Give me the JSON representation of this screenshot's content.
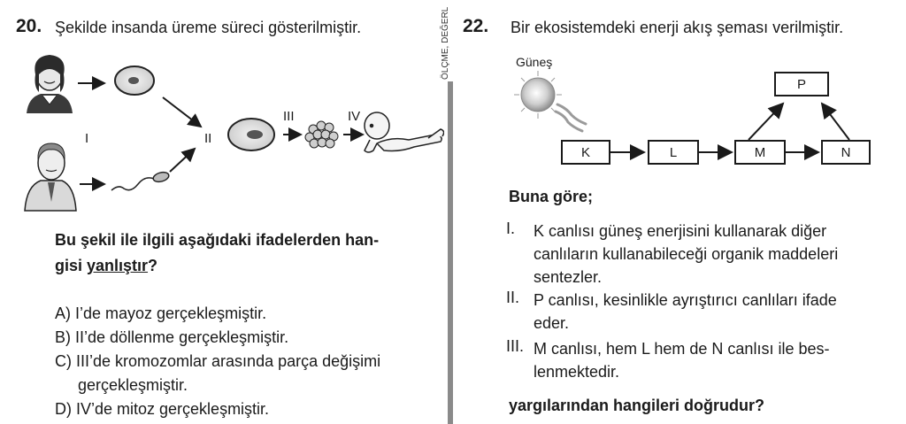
{
  "q20": {
    "number": "20.",
    "text": "Şekilde insanda üreme süreci gösterilmiştir.",
    "labels": {
      "i": "I",
      "ii": "II",
      "iii": "III",
      "iv": "IV"
    },
    "stem_line1": "Bu şekil ile ilgili aşağıdaki ifadelerden han-",
    "stem_line2_pre": "gisi ",
    "stem_line2_underlined": "yanlıştır",
    "stem_line2_post": "?",
    "options": [
      {
        "text": "A) I’de mayoz gerçekleşmiştir."
      },
      {
        "text": "B) II’de döllenme gerçekleşmiştir."
      },
      {
        "text": "C) III’de kromozomlar arasında parça değişimi"
      },
      {
        "text": "gerçekleşmiştir."
      },
      {
        "text": "D) IV’de mitoz gerçekleşmiştir."
      }
    ]
  },
  "side_label": "ÖLÇME, DEĞERL",
  "q22": {
    "number": "22.",
    "text": "Bir ekosistemdeki enerji akış şeması verilmiştir.",
    "sun_label": "Güneş",
    "boxes": {
      "k": "K",
      "l": "L",
      "m": "M",
      "n": "N",
      "p": "P"
    },
    "stem_heading": "Buna göre;",
    "statements": [
      {
        "num": "I.",
        "lines": [
          "K canlısı güneş enerjisini kullanarak diğer",
          "canlıların kullanabileceği organik maddeleri",
          "sentezler."
        ]
      },
      {
        "num": "II.",
        "lines": [
          "P canlısı, kesinlikle ayrıştırıcı canlıları ifade",
          "eder."
        ]
      },
      {
        "num": "III.",
        "lines": [
          "M canlısı, hem L hem de N canlısı ile bes-",
          "lenmektedir."
        ]
      }
    ],
    "question": "yargılarından hangileri doğrudur?"
  }
}
